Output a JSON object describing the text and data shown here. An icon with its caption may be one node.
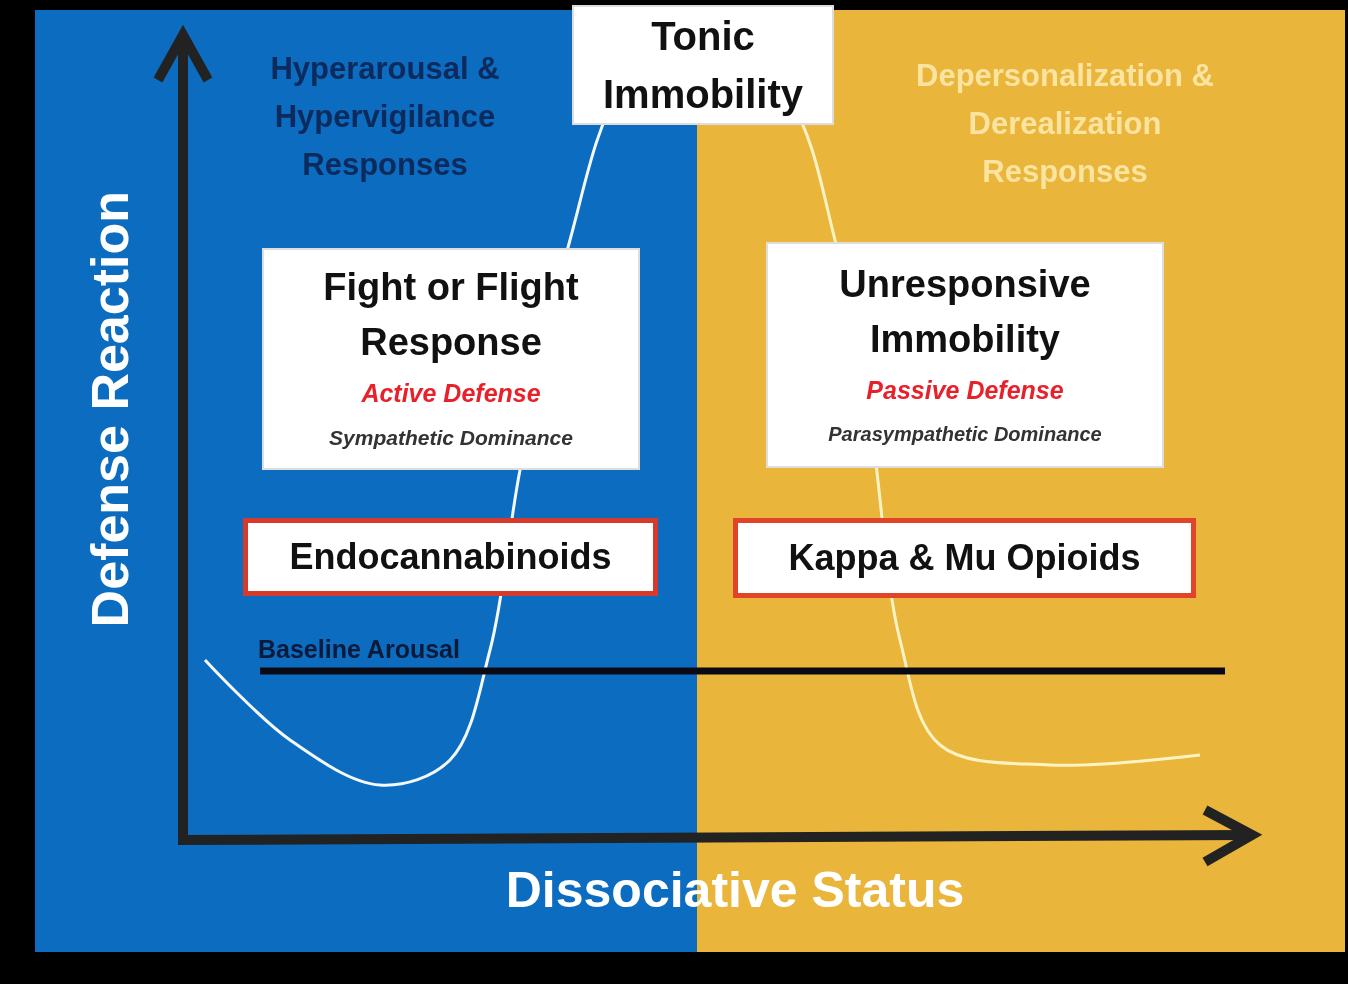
{
  "diagram": {
    "nodes": [
      {
        "text": [
          "Tonic Immobility"
        ]
      },
      {
        "text": [
          "Fight or Flight Response",
          "Active Defense",
          "Sympathetic Dominance"
        ]
      },
      {
        "text": [
          "Unresponsive Immobility",
          "Passive Defense",
          "Parasympathetic Dominance"
        ]
      },
      {
        "text": [
          "Endocannabinoids"
        ]
      },
      {
        "text": [
          "Kappa & Mu Opioids"
        ]
      }
    ],
    "edges": [],
    "labels": [
      "Hyperarousal & Hypervigilance Responses",
      "Depersonalization & Derealization Responses",
      "Defense Reaction",
      "Baseline Arousal",
      "Dissociative Status"
    ]
  }
}
